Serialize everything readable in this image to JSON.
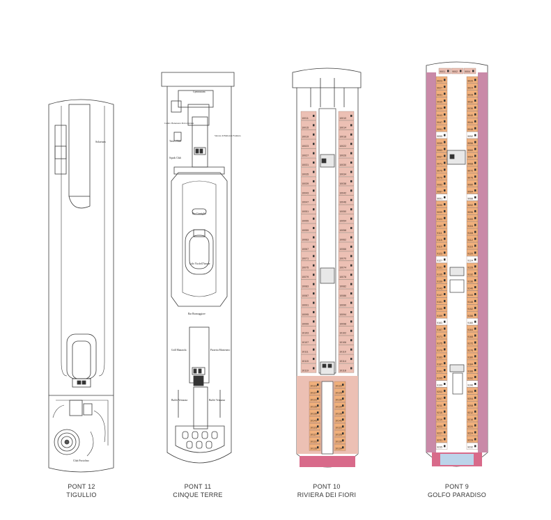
{
  "decks": [
    {
      "id": "p12",
      "number_label": "PONT 12",
      "name": "TIGULLIO",
      "areas": {
        "solarium": "Solarium",
        "club": "Club Portofino"
      }
    },
    {
      "id": "p11",
      "number_label": "PONT 11",
      "name": "CINQUE TERRE",
      "areas": {
        "gym": "Gymnasium",
        "wellness": "Centro Benessere Portoventure",
        "teens": "Teen's Club",
        "squok": "Squok Club",
        "salone": "Salone di Bellezza Framura",
        "bar_corniglia": "Bar Corniglia",
        "lido": "Lido Via dell'Amore",
        "bar_riomaggiore": "Bar Riomaggiore",
        "grill": "Grill Manarola",
        "pizzeria": "Pizzeria Montenero",
        "buffet_l": "Buffet Vernazza",
        "buffet_r": "Buffet Vernazza"
      }
    },
    {
      "id": "p10",
      "number_label": "PONT 10",
      "name": "RIVIERA DEI FIORI",
      "cabins_left": [
        "10011",
        "10015",
        "10019",
        "10023",
        "10027",
        "10031",
        "10035",
        "10039",
        "10043",
        "10047",
        "10051",
        "10055",
        "10059",
        "10063",
        "10067",
        "10071",
        "10075",
        "10079",
        "10083",
        "10087",
        "10091",
        "10095",
        "10099",
        "10103",
        "10107",
        "10111",
        "10115",
        "10119",
        "10123",
        "10127",
        "10131",
        "10135",
        "10139",
        "10143"
      ],
      "cabins_right": [
        "10010",
        "10014",
        "10018",
        "10022",
        "10026",
        "10030",
        "10034",
        "10038",
        "10042",
        "10046",
        "10050",
        "10054",
        "10058",
        "10062",
        "10066",
        "10070",
        "10074",
        "10078",
        "10082",
        "10086",
        "10090",
        "10094",
        "10098",
        "10102",
        "10106",
        "10110",
        "10114",
        "10118",
        "10122",
        "10126",
        "10130",
        "10134",
        "10138",
        "10142"
      ]
    },
    {
      "id": "p9",
      "number_label": "PONT 9",
      "name": "GOLFO PARADISO",
      "cabins_top": [
        "9001",
        "9002",
        "9004"
      ],
      "cabins_left": [
        "9023",
        "9027",
        "9031",
        "9035",
        "9039",
        "9043",
        "9047",
        "9051",
        "9055",
        "9059",
        "9063",
        "9067",
        "9071",
        "9075",
        "9079",
        "9083",
        "9087",
        "9091",
        "9095",
        "9099",
        "9103",
        "9107",
        "9111",
        "9115",
        "9119",
        "9123",
        "9127",
        "9131",
        "9135",
        "9139",
        "9143",
        "9147",
        "9151",
        "9155",
        "9159",
        "9163",
        "9167",
        "9171",
        "9175",
        "9179",
        "9183",
        "9187",
        "9191",
        "9195",
        "9199",
        "9203",
        "9207",
        "9211",
        "9215",
        "9219",
        "9223",
        "9227",
        "9231",
        "9235",
        "9239",
        "9243",
        "9247",
        "9251",
        "9255",
        "9259",
        "9263",
        "9267"
      ],
      "cabins_right": [
        "9020",
        "9024",
        "9028",
        "9032",
        "9036",
        "9040",
        "9044",
        "9048",
        "9052",
        "9056",
        "9060",
        "9064",
        "9068",
        "9072",
        "9076",
        "9080",
        "9084",
        "9088",
        "9092",
        "9096",
        "9100",
        "9104",
        "9108",
        "9112",
        "9116",
        "9120",
        "9124",
        "9128",
        "9132",
        "9136",
        "9140",
        "9144",
        "9148",
        "9152",
        "9156",
        "9160",
        "9164",
        "9168",
        "9172",
        "9176",
        "9180",
        "9184",
        "9188",
        "9192",
        "9196",
        "9200",
        "9204",
        "9208",
        "9212",
        "9216",
        "9220",
        "9224",
        "9228",
        "9232",
        "9236",
        "9240",
        "9244",
        "9248",
        "9252",
        "9256",
        "9260",
        "9264"
      ]
    }
  ],
  "colors": {
    "cabin_pink": "#ecc0b4",
    "cabin_orange": "#f0b07c",
    "cabin_purple": "#c98aa8",
    "suite_red": "#d86a8a",
    "outline": "#3a3a3a",
    "blue": "#bcd4ea"
  }
}
